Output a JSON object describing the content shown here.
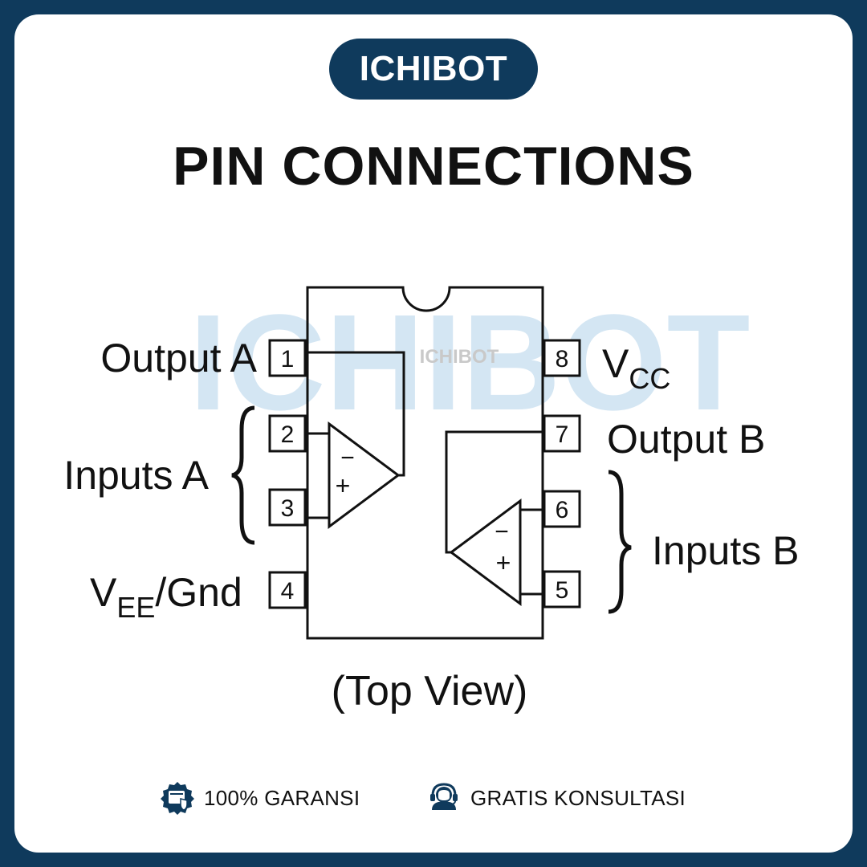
{
  "brand": "ICHIBOT",
  "title": "PIN CONNECTIONS",
  "watermark": {
    "large": "ICHIBOT",
    "small": "ICHIBOT"
  },
  "pins": [
    {
      "number": "1"
    },
    {
      "number": "2"
    },
    {
      "number": "3"
    },
    {
      "number": "4"
    },
    {
      "number": "5"
    },
    {
      "number": "6"
    },
    {
      "number": "7"
    },
    {
      "number": "8"
    }
  ],
  "labels": {
    "output_a": "Output A",
    "inputs_a": "Inputs A",
    "vee_main": "V",
    "vee_sub": "EE",
    "vee_suffix": "/Gnd",
    "vcc_main": "V",
    "vcc_sub": "CC",
    "output_b": "Output B",
    "inputs_b": "Inputs B",
    "op_minus": "−",
    "op_plus": "+"
  },
  "caption": "(Top View)",
  "footer": {
    "guarantee": "100% GARANSI",
    "consult": "GRATIS KONSULTASI"
  },
  "colors": {
    "brand_navy": "#0f3a5c",
    "watermark": "#d4e6f3"
  }
}
